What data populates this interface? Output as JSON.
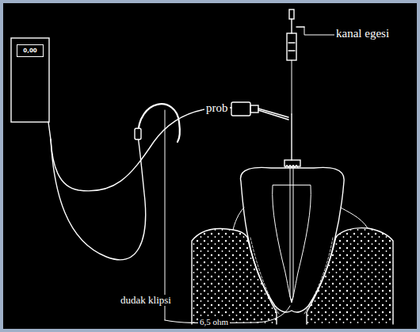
{
  "diagram": {
    "nodes": [
      {
        "text": [
          "0,00"
        ]
      }
    ],
    "labels": [
      "prob",
      "kanal egesi",
      "dudak klipsi",
      "6,5 ohm"
    ]
  }
}
